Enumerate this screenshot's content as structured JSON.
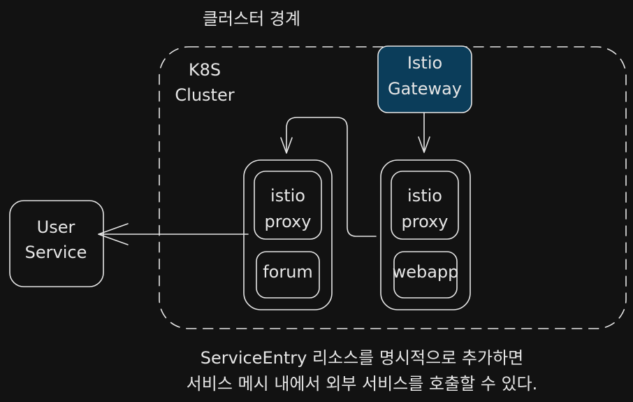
{
  "diagram": {
    "boundary_title": "클러스터 경계",
    "cluster_label": [
      "K8S",
      "Cluster"
    ],
    "gateway": {
      "label": [
        "Istio",
        "Gateway"
      ],
      "fill": "#0b3d5a"
    },
    "user_service": {
      "label": [
        "User",
        "Service"
      ]
    },
    "pods": [
      {
        "proxy_label": [
          "istio",
          "proxy"
        ],
        "app_label": "forum"
      },
      {
        "proxy_label": [
          "istio",
          "proxy"
        ],
        "app_label": "webapp"
      }
    ],
    "caption": [
      "ServiceEntry 리소스를 명시적으로 추가하면",
      "서비스 메시 내에서 외부 서비스를 호출할 수 있다."
    ]
  },
  "colors": {
    "background": "#121212",
    "stroke": "#e6e6e6",
    "gateway_fill": "#0b3d5a"
  }
}
